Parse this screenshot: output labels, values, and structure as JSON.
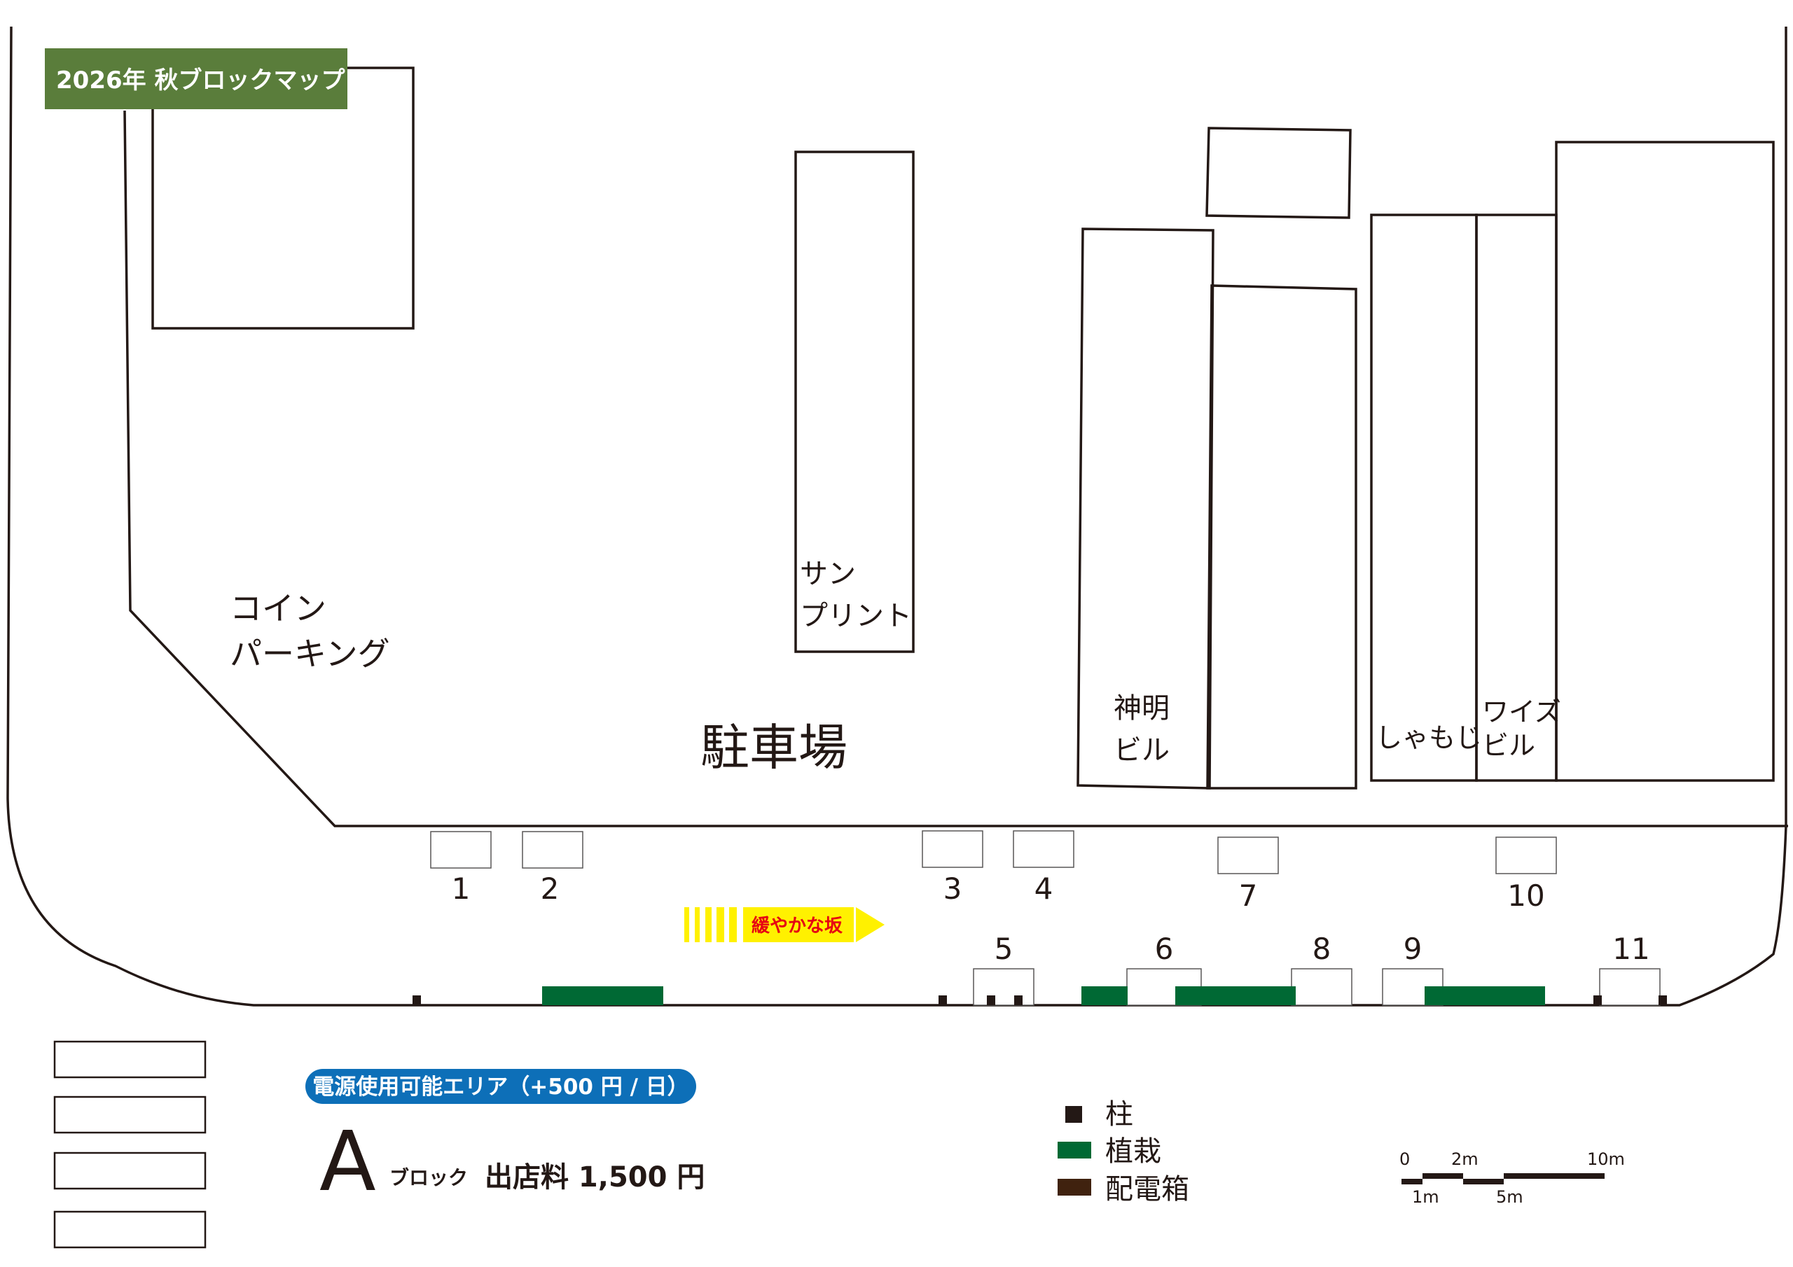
{
  "header": {
    "title": "2026年 秋ブロックマップ"
  },
  "labels": {
    "coin_parking_line1": "コイン",
    "coin_parking_line2": "パーキング",
    "parking": "駐車場",
    "sun_print_line1": "サン",
    "sun_print_line2": "プリント",
    "shinmei_line1": "神明",
    "shinmei_line2": "ビル",
    "shamoji": "しゃもじ",
    "wise_line1": "ワイズ",
    "wise_line2": "ビル",
    "slope": "緩やかな坂"
  },
  "booths": [
    "1",
    "2",
    "3",
    "4",
    "5",
    "6",
    "7",
    "8",
    "9",
    "10",
    "11"
  ],
  "power_badge": "電源使用可能エリア（+500 円 / 日）",
  "block": {
    "letter": "A",
    "label": "ブロック",
    "fee": "出店料 1,500 円"
  },
  "legend": [
    {
      "label": "柱",
      "color": "#231815"
    },
    {
      "label": "植栽",
      "color": "#006934"
    },
    {
      "label": "配電箱",
      "color": "#40220f"
    }
  ],
  "scale": {
    "zero": "0",
    "m1": "1m",
    "m2": "2m",
    "m5": "5m",
    "m10": "10m"
  },
  "colors": {
    "header_bg": "#5a7d3b",
    "planting": "#006934",
    "pillar": "#231815",
    "distribution_box": "#40220f",
    "badge_bg": "#0d6fb8",
    "slope_arrow": "#fff100",
    "slope_text": "#e60012"
  }
}
